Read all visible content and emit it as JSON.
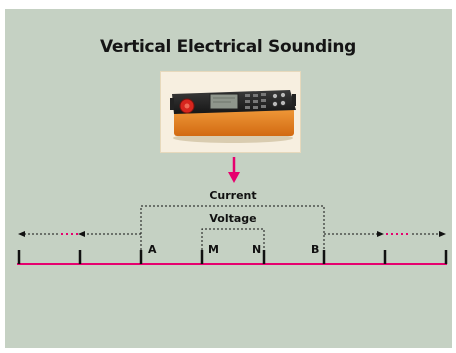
{
  "title": "Vertical Electrical Sounding",
  "current_label": "Current",
  "voltage_label": "Voltage",
  "electrodes": {
    "a": "A",
    "m": "M",
    "n": "N",
    "b": "B"
  },
  "colors": {
    "background": "#c5d1c3",
    "accent": "#e6006e",
    "device_panel": "#f7efe0",
    "device_body": "#e9841e",
    "line": "#111111"
  },
  "icons": {
    "device": "resistivity-meter-icon",
    "arrow": "down-arrow-icon"
  }
}
